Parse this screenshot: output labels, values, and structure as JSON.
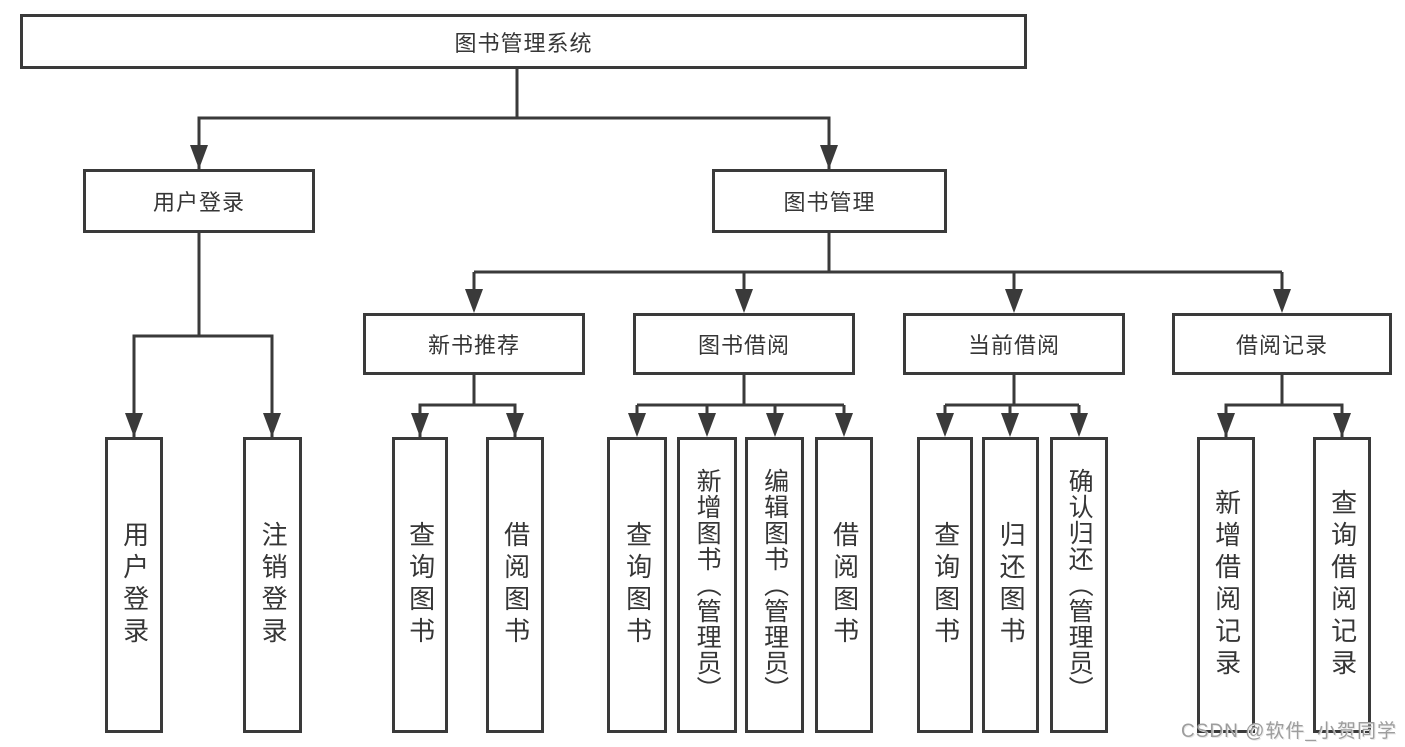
{
  "tree": {
    "root": {
      "label": "图书管理系统"
    },
    "branches": [
      {
        "label": "用户登录",
        "leaves": [
          {
            "label": "用户登录"
          },
          {
            "label": "注销登录"
          }
        ]
      },
      {
        "label": "图书管理",
        "sections": [
          {
            "label": "新书推荐",
            "leaves": [
              {
                "label": "查询图书"
              },
              {
                "label": "借阅图书"
              }
            ]
          },
          {
            "label": "图书借阅",
            "leaves": [
              {
                "label": "查询图书"
              },
              {
                "label": "新增图书（管理员）"
              },
              {
                "label": "编辑图书（管理员）"
              },
              {
                "label": "借阅图书"
              }
            ]
          },
          {
            "label": "当前借阅",
            "leaves": [
              {
                "label": "查询图书"
              },
              {
                "label": "归还图书"
              },
              {
                "label": "确认归还（管理员）"
              }
            ]
          },
          {
            "label": "借阅记录",
            "leaves": [
              {
                "label": "新增借阅记录"
              },
              {
                "label": "查询借阅记录"
              }
            ]
          }
        ]
      }
    ]
  },
  "watermark": {
    "text": "CSDN @软件_小贺同学"
  },
  "colors": {
    "line": "#3a3a3a",
    "box_border": "#3a3a3a",
    "text": "#363636",
    "watermark": "#9d9d9d",
    "background": "#ffffff"
  }
}
